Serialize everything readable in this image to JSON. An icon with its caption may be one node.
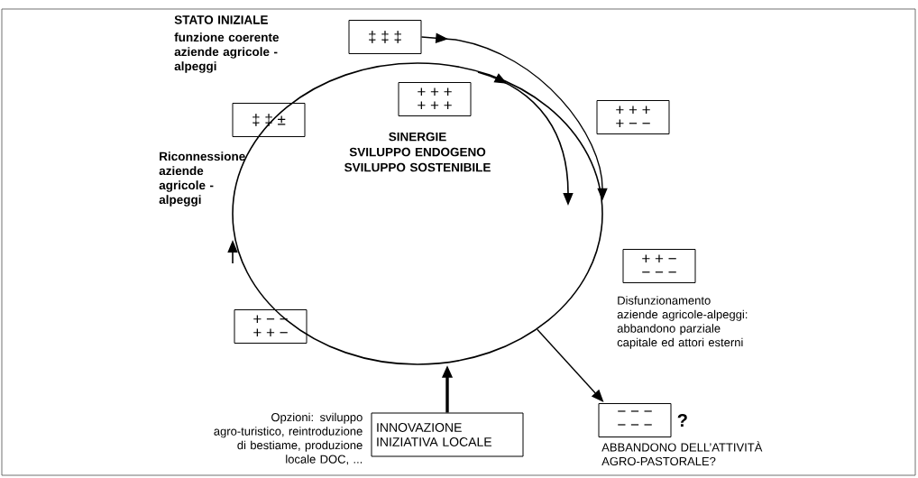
{
  "diagram": {
    "nodes": [
      {
        "text": [
          "‡ ‡ ‡"
        ]
      },
      {
        "text": [
          "SINERGIE",
          "SVILUPPO ENDOGENO SVILUPPO SOSTENIBILE"
        ]
      },
      {
        "text": [
          "+ + +",
          "+ + +"
        ],
        "in": 1
      },
      {
        "text": [
          "‡ ‡ ±"
        ]
      },
      {
        "text": [
          "+ + +",
          "+ − −"
        ]
      },
      {
        "text": [
          "+ + −",
          "− − −"
        ]
      },
      {
        "text": [
          "+ − −",
          "+ + −"
        ]
      },
      {
        "text": [
          "INNOVAZIONE INIZIATIVA LOCALE"
        ],
        "beside": [
          "Opzioni: sviluppo agro-turistico, reintroduzione di bestiame, produzione locale DOC, ..."
        ]
      },
      {
        "text": [
          "− − −",
          "− − −"
        ],
        "beside": [
          "?"
        ]
      }
    ],
    "edges": [
      {
        "from": 0,
        "to": 1,
        "arrow": "to"
      },
      {
        "from": 7,
        "to": 1,
        "arrow": "to",
        "style": "thick"
      },
      {
        "from": 1,
        "to": 8,
        "arrow": "to"
      }
    ],
    "labels": [
      "STATO INIZIALE",
      "funzione coerente aziende agricole - alpeggi",
      "Riconnessione aziende agricole - alpeggi",
      "Disfunzionamento aziende agricole-alpeggi: abbandono parziale capitale ed attori esterni",
      "ABBANDONO DELL’ATTIVITÀ AGRO-PASTORALE?"
    ]
  }
}
